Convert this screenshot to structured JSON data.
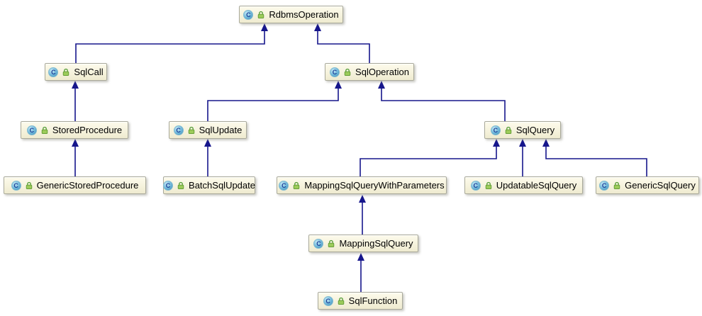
{
  "diagram": {
    "type": "uml-class-inheritance",
    "icons": {
      "class_letter": "C",
      "class_icon": "class-icon-blue-circle",
      "lock_icon": "green-lock-icon"
    },
    "nodes": [
      {
        "id": "RdbmsOperation",
        "label": "RdbmsOperation"
      },
      {
        "id": "SqlCall",
        "label": "SqlCall"
      },
      {
        "id": "SqlOperation",
        "label": "SqlOperation"
      },
      {
        "id": "StoredProcedure",
        "label": "StoredProcedure"
      },
      {
        "id": "SqlUpdate",
        "label": "SqlUpdate"
      },
      {
        "id": "SqlQuery",
        "label": "SqlQuery"
      },
      {
        "id": "GenericStoredProcedure",
        "label": "GenericStoredProcedure"
      },
      {
        "id": "BatchSqlUpdate",
        "label": "BatchSqlUpdate"
      },
      {
        "id": "MappingSqlQueryWithParameters",
        "label": "MappingSqlQueryWithParameters"
      },
      {
        "id": "UpdatableSqlQuery",
        "label": "UpdatableSqlQuery"
      },
      {
        "id": "GenericSqlQuery",
        "label": "GenericSqlQuery"
      },
      {
        "id": "MappingSqlQuery",
        "label": "MappingSqlQuery"
      },
      {
        "id": "SqlFunction",
        "label": "SqlFunction"
      }
    ],
    "edges": [
      {
        "from": "SqlCall",
        "to": "RdbmsOperation",
        "relation": "extends",
        "arrow": "solid-navy-triangle"
      },
      {
        "from": "SqlOperation",
        "to": "RdbmsOperation",
        "relation": "extends",
        "arrow": "solid-navy-triangle"
      },
      {
        "from": "StoredProcedure",
        "to": "SqlCall",
        "relation": "extends",
        "arrow": "solid-navy-triangle"
      },
      {
        "from": "GenericStoredProcedure",
        "to": "StoredProcedure",
        "relation": "extends",
        "arrow": "solid-navy-triangle"
      },
      {
        "from": "SqlUpdate",
        "to": "SqlOperation",
        "relation": "extends",
        "arrow": "solid-navy-triangle"
      },
      {
        "from": "SqlQuery",
        "to": "SqlOperation",
        "relation": "extends",
        "arrow": "solid-navy-triangle"
      },
      {
        "from": "BatchSqlUpdate",
        "to": "SqlUpdate",
        "relation": "extends",
        "arrow": "solid-navy-triangle"
      },
      {
        "from": "MappingSqlQueryWithParameters",
        "to": "SqlQuery",
        "relation": "extends",
        "arrow": "solid-navy-triangle"
      },
      {
        "from": "UpdatableSqlQuery",
        "to": "SqlQuery",
        "relation": "extends",
        "arrow": "solid-navy-triangle"
      },
      {
        "from": "GenericSqlQuery",
        "to": "SqlQuery",
        "relation": "extends",
        "arrow": "solid-navy-triangle"
      },
      {
        "from": "MappingSqlQuery",
        "to": "MappingSqlQueryWithParameters",
        "relation": "extends",
        "arrow": "solid-navy-triangle"
      },
      {
        "from": "SqlFunction",
        "to": "MappingSqlQuery",
        "relation": "extends",
        "arrow": "solid-navy-triangle"
      }
    ]
  },
  "colors": {
    "canvas": "#ffffff",
    "edge": "#16168c",
    "node-fill-top": "#fdfbec",
    "node-fill-bottom": "#efebd0",
    "node-border": "#a9a99a",
    "class-letter-color": "#1b3f97",
    "lock-green": "#8cc63f"
  }
}
